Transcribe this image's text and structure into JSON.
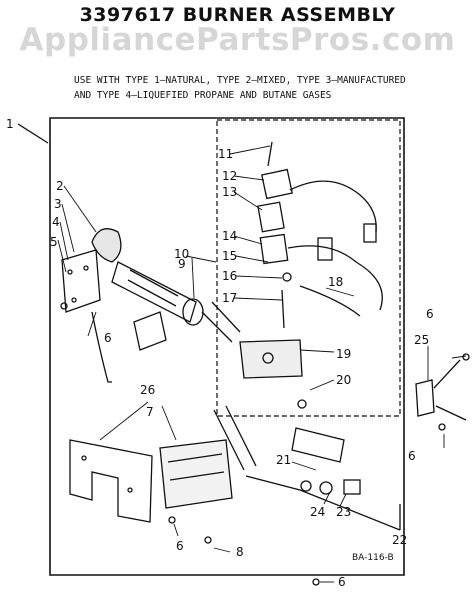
{
  "title": "3397617 BURNER ASSEMBLY",
  "watermark": "AppliancePartsPros.com",
  "usage_line1": "USE WITH TYPE 1—NATURAL, TYPE 2—MIXED, TYPE 3—MANUFACTURED",
  "usage_line2": "AND TYPE 4—LIQUEFIED PROPANE AND BUTANE GASES",
  "labels": {
    "n1": "1",
    "n2": "2",
    "n3": "3",
    "n4": "4",
    "n5": "5",
    "n6a": "6",
    "n6b": "6",
    "n6c": "6",
    "n6d": "6",
    "n6e": "6",
    "n7": "7",
    "n8": "8",
    "n9": "9",
    "n10": "10",
    "n11": "11",
    "n12": "12",
    "n13": "13",
    "n14": "14",
    "n15": "15",
    "n16": "16",
    "n17": "17",
    "n18": "18",
    "n19": "19",
    "n20": "20",
    "n21": "21",
    "n22": "22",
    "n23": "23",
    "n24": "24",
    "n25": "25",
    "n26": "26"
  },
  "diagram_code": "BA-116-B"
}
